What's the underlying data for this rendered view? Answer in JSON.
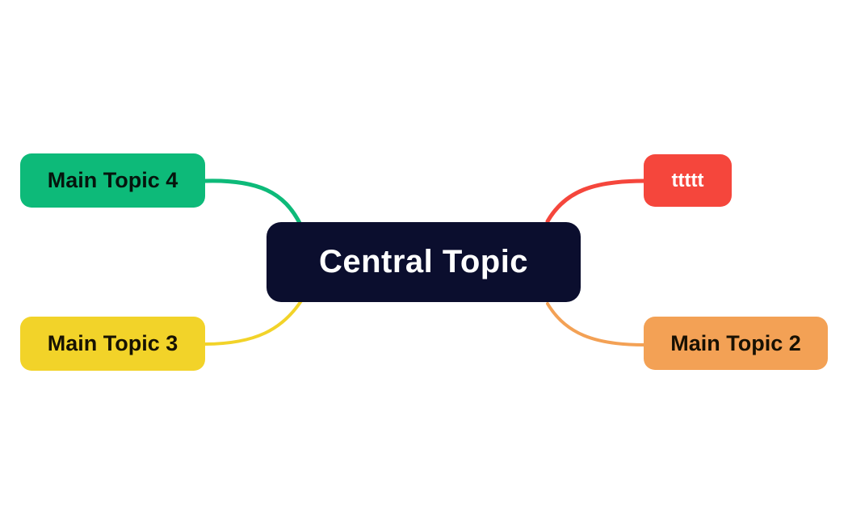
{
  "canvas": {
    "background": "#ffffff"
  },
  "central_topic": {
    "label": "Central Topic",
    "bg": "#0b0e2e",
    "text_color": "#ffffff"
  },
  "topics": {
    "topic4": {
      "label": "Main Topic 4",
      "bg": "#0dba79",
      "text_color": "#06140d",
      "connector_color": "#0dba79",
      "position": "top-left"
    },
    "topic_t": {
      "label": "ttttt",
      "bg": "#f5463c",
      "text_color": "#ffffff",
      "connector_color": "#f5463c",
      "position": "top-right"
    },
    "topic3": {
      "label": "Main Topic 3",
      "bg": "#f2d329",
      "text_color": "#171203",
      "connector_color": "#f2d329",
      "position": "bottom-left"
    },
    "topic2": {
      "label": "Main Topic 2",
      "bg": "#f3a155",
      "text_color": "#171003",
      "connector_color": "#f3a155",
      "position": "bottom-right"
    }
  }
}
